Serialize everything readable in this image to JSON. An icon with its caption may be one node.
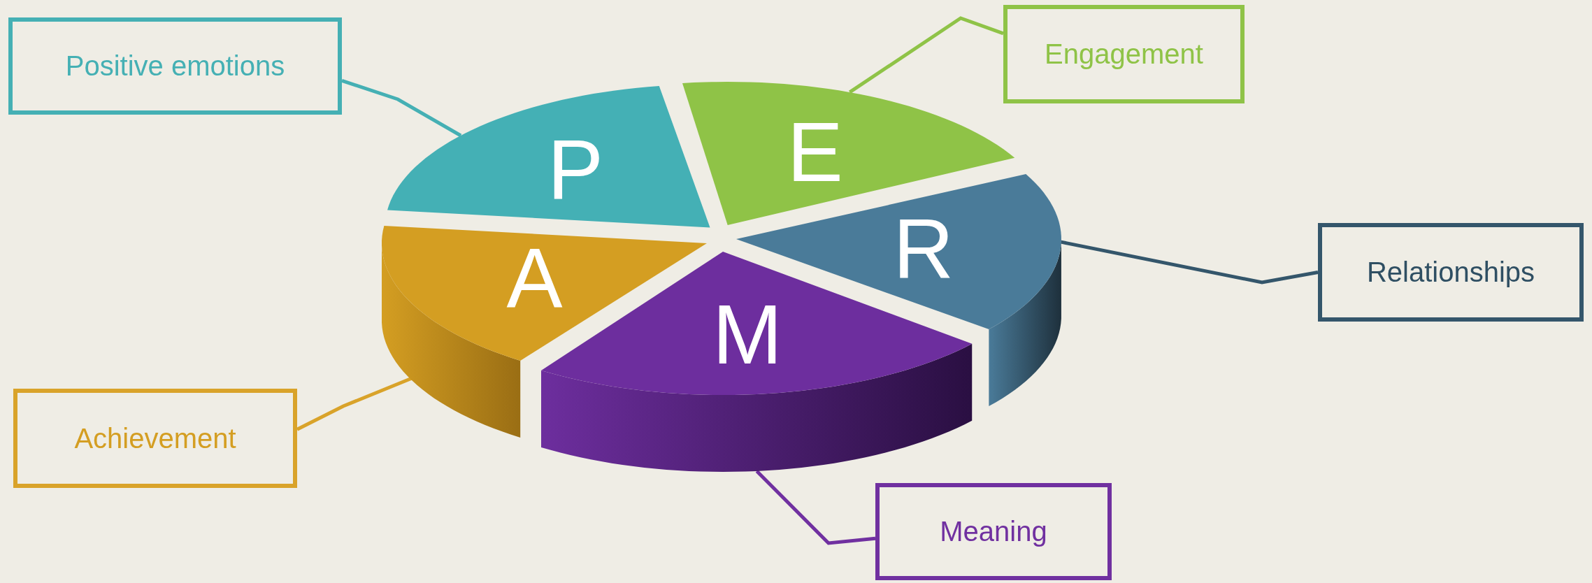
{
  "diagram": {
    "nodes": [
      {
        "text": [
          "Positive emotions"
        ]
      },
      {
        "text": [
          "Engagement"
        ]
      },
      {
        "text": [
          "Relationships"
        ]
      },
      {
        "text": [
          "Achievement"
        ]
      },
      {
        "text": [
          "Meaning"
        ]
      },
      {
        "text": [
          "P"
        ]
      },
      {
        "text": [
          "E"
        ]
      },
      {
        "text": [
          "R"
        ]
      },
      {
        "text": [
          "A"
        ]
      },
      {
        "text": [
          "M"
        ]
      }
    ],
    "edges": [
      {
        "from": 0,
        "to": 5,
        "arrow": "none",
        "color": "#45b0b4"
      },
      {
        "from": 1,
        "to": 6,
        "arrow": "none",
        "color": "#8fc347"
      },
      {
        "from": 2,
        "to": 7,
        "arrow": "none",
        "color": "#34566b"
      },
      {
        "from": 3,
        "to": 8,
        "arrow": "none",
        "color": "#d9a32a"
      },
      {
        "from": 4,
        "to": 9,
        "arrow": "none",
        "color": "#7030a0"
      }
    ]
  }
}
